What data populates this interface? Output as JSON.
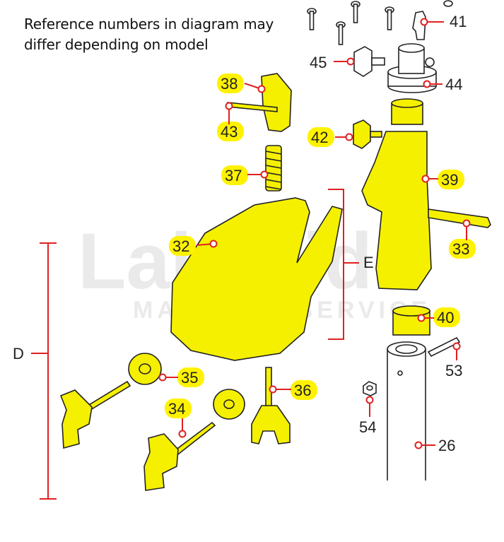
{
  "note": {
    "line1": "Reference numbers in diagram may",
    "line2": "differ depending on model"
  },
  "watermark": {
    "brand": "Lakeside",
    "subtitle": "MARINE & SERVICE"
  },
  "group_labels": {
    "d": "D",
    "e": "E"
  },
  "callouts": [
    {
      "id": "41",
      "highlighted": false
    },
    {
      "id": "45",
      "highlighted": false
    },
    {
      "id": "44",
      "highlighted": false
    },
    {
      "id": "38",
      "highlighted": true
    },
    {
      "id": "43",
      "highlighted": true
    },
    {
      "id": "42",
      "highlighted": true
    },
    {
      "id": "37",
      "highlighted": true
    },
    {
      "id": "39",
      "highlighted": true
    },
    {
      "id": "32",
      "highlighted": true
    },
    {
      "id": "33",
      "highlighted": true
    },
    {
      "id": "40",
      "highlighted": true
    },
    {
      "id": "35",
      "highlighted": true
    },
    {
      "id": "36",
      "highlighted": true
    },
    {
      "id": "34",
      "highlighted": true
    },
    {
      "id": "53",
      "highlighted": false
    },
    {
      "id": "54",
      "highlighted": false
    },
    {
      "id": "26",
      "highlighted": false
    }
  ],
  "colors": {
    "part_fill": "#f5f000",
    "highlight": "#fff200",
    "callout_red": "#e02020",
    "outline": "#222222",
    "watermark": "#d9d9d9"
  }
}
